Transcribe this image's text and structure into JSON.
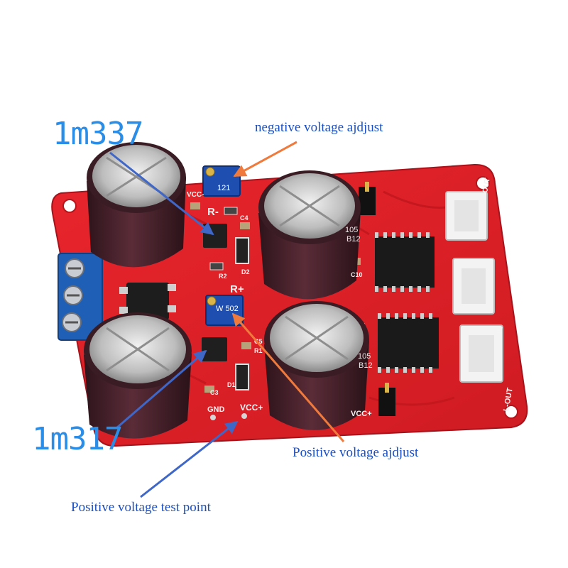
{
  "annotations": {
    "lm337": "1m337",
    "lm317": "1m317",
    "negative_adjust": "negative voltage ajdjust",
    "positive_adjust": "Positive voltage ajdjust",
    "positive_test_point": "Positive voltage test point"
  },
  "board_silkscreen": {
    "r_minus": "R-",
    "r_plus": "R+",
    "vcc_minus": "VCC-",
    "vcc_plus": "VCC+",
    "vcc_plus_right": "VCC+",
    "gnd": "GND",
    "c4": "C4",
    "c3": "C3",
    "c5": "C5",
    "c10": "C10",
    "r1": "R1",
    "r2": "R2",
    "d1": "D1",
    "d2": "D2",
    "l_out": "L-OUT",
    "out": "OUT",
    "in": "IN",
    "cap_code_a": "105",
    "cap_code_b": "B12",
    "trimmer_code": "121",
    "trimmer_mark": "W 502"
  },
  "colors": {
    "pcb": "#e32028",
    "pcb_dark": "#b5141b",
    "capacitor_body": "#4a2530",
    "capacitor_top": "#c9c9c9",
    "terminal_blue": "#1f5fb5",
    "trimmer_blue": "#1e4fb0",
    "arrow_blue": "#3f67c8",
    "arrow_orange": "#ef7a3c",
    "label_blue": "#2a8ee8",
    "text_blue": "#1a4fc4"
  }
}
